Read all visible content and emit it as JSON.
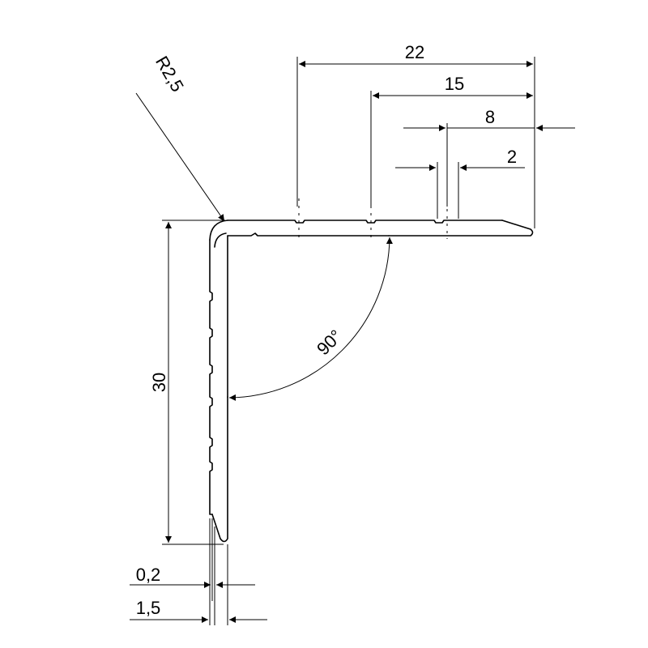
{
  "drawing": {
    "labels": {
      "width_22": "22",
      "width_15": "15",
      "width_8": "8",
      "width_2": "2",
      "radius": "R2,5",
      "angle": "90°",
      "height_30": "30",
      "groove_0_2": "0,2",
      "thickness_1_5": "1,5"
    },
    "colors": {
      "line": "#000000",
      "background": "#ffffff"
    }
  }
}
